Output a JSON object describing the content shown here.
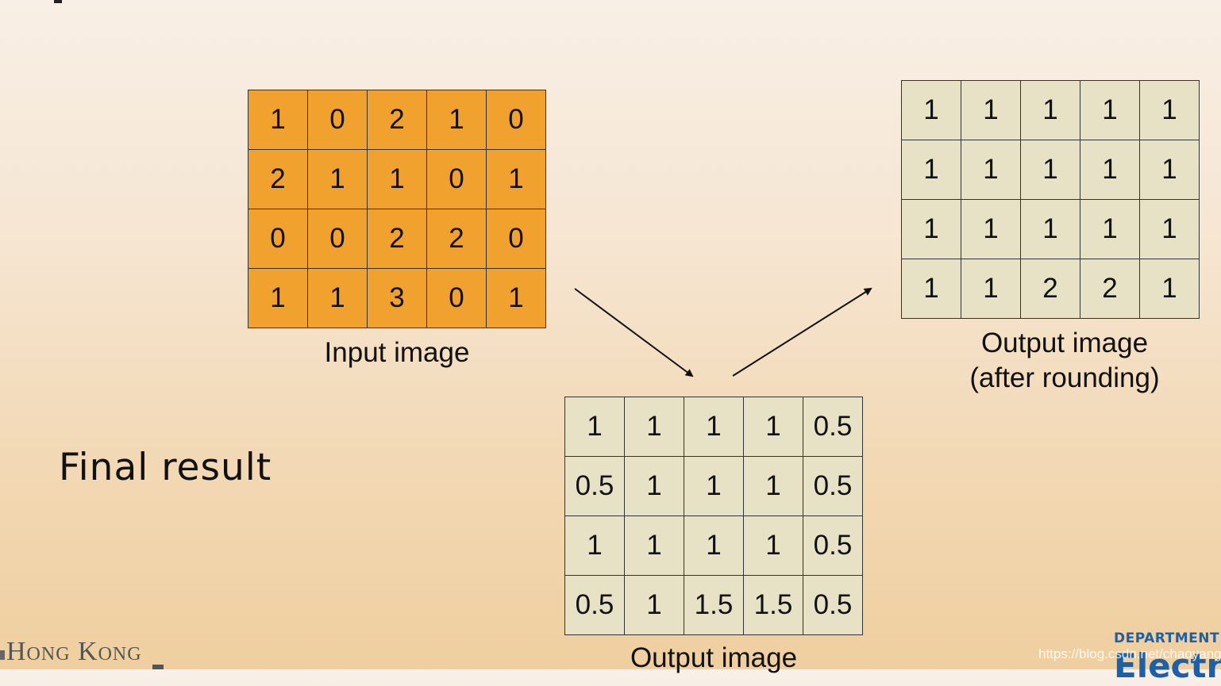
{
  "input_grid": {
    "caption": "Input image",
    "rows": [
      [
        "1",
        "0",
        "2",
        "1",
        "0"
      ],
      [
        "2",
        "1",
        "1",
        "0",
        "1"
      ],
      [
        "0",
        "0",
        "2",
        "2",
        "0"
      ],
      [
        "1",
        "1",
        "3",
        "0",
        "1"
      ]
    ]
  },
  "output_grid": {
    "caption": "Output image",
    "rows": [
      [
        "1",
        "1",
        "1",
        "1",
        "0.5"
      ],
      [
        "0.5",
        "1",
        "1",
        "1",
        "0.5"
      ],
      [
        "1",
        "1",
        "1",
        "1",
        "0.5"
      ],
      [
        "0.5",
        "1",
        "1.5",
        "1.5",
        "0.5"
      ]
    ]
  },
  "rounded_grid": {
    "caption_line1": "Output image",
    "caption_line2": "(after rounding)",
    "rows": [
      [
        "1",
        "1",
        "1",
        "1",
        "1"
      ],
      [
        "1",
        "1",
        "1",
        "1",
        "1"
      ],
      [
        "1",
        "1",
        "1",
        "1",
        "1"
      ],
      [
        "1",
        "1",
        "2",
        "2",
        "1"
      ]
    ]
  },
  "final_label": "Final result",
  "footer": {
    "university_text": "Hong Kong",
    "department_text": "DEPARTMENT",
    "department_word_partial": "Electr",
    "watermark": "https://blog.csdn.net/chaoyang"
  },
  "colors": {
    "input_cell": "#f0a12e",
    "output_cell": "#e7e1c6",
    "department_blue": "#1c61a8"
  }
}
